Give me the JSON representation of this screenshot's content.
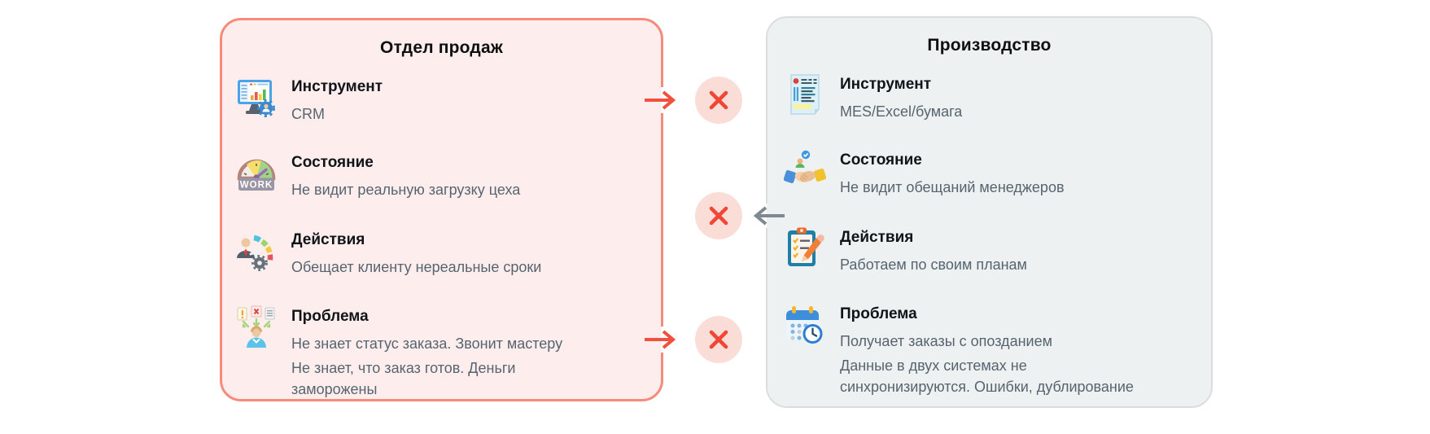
{
  "sales": {
    "title": "Отдел продаж",
    "items": [
      {
        "icon": "crm-monitor-icon",
        "title": "Инструмент",
        "lines": [
          "CRM"
        ]
      },
      {
        "icon": "work-gauge-icon",
        "icon_label": "WORK",
        "title": "Состояние",
        "lines": [
          "Не видит реальную загрузку цеха"
        ]
      },
      {
        "icon": "manager-gear-icon",
        "title": "Действия",
        "lines": [
          "Обещает клиенту нереальные сроки"
        ]
      },
      {
        "icon": "overloaded-person-icon",
        "title": "Проблема",
        "lines": [
          "Не знает статус заказа. Звонит мастеру",
          "Не знает, что заказ готов. Деньги заморожены"
        ]
      }
    ]
  },
  "production": {
    "title": "Производство",
    "items": [
      {
        "icon": "mes-document-icon",
        "title": "Инструмент",
        "lines": [
          "MES/Excel/бумага"
        ]
      },
      {
        "icon": "handshake-icon",
        "title": "Состояние",
        "lines": [
          "Не видит обещаний менеджеров"
        ]
      },
      {
        "icon": "clipboard-plan-icon",
        "title": "Действия",
        "lines": [
          "Работаем по своим планам"
        ]
      },
      {
        "icon": "calendar-clock-icon",
        "title": "Проблема",
        "lines": [
          "Получает заказы с опозданием",
          "Данные в двух системах не синхронизируются. Ошибки, дублирование"
        ]
      }
    ]
  },
  "connectors": [
    {
      "row": "tools",
      "direction": "sales-to-production",
      "arrow_icon": "arrow-right-icon",
      "status_icon": "blocked-x-icon"
    },
    {
      "row": "state",
      "direction": "production-to-sales",
      "arrow_icon": "arrow-left-icon",
      "status_icon": "blocked-x-icon"
    },
    {
      "row": "problem",
      "direction": "sales-to-production",
      "arrow_icon": "arrow-right-icon",
      "status_icon": "blocked-x-icon"
    }
  ],
  "colors": {
    "sales_bg": "#fdeeed",
    "sales_border": "#f68a7b",
    "production_bg": "#edf1f1",
    "production_border": "#d9dedd",
    "blocked_red": "#ef4636",
    "blocked_badge_bg": "#fbddd8",
    "gray_arrow": "#7e8992",
    "heading_text": "#0f0f0f",
    "desc_text": "#57646f"
  }
}
